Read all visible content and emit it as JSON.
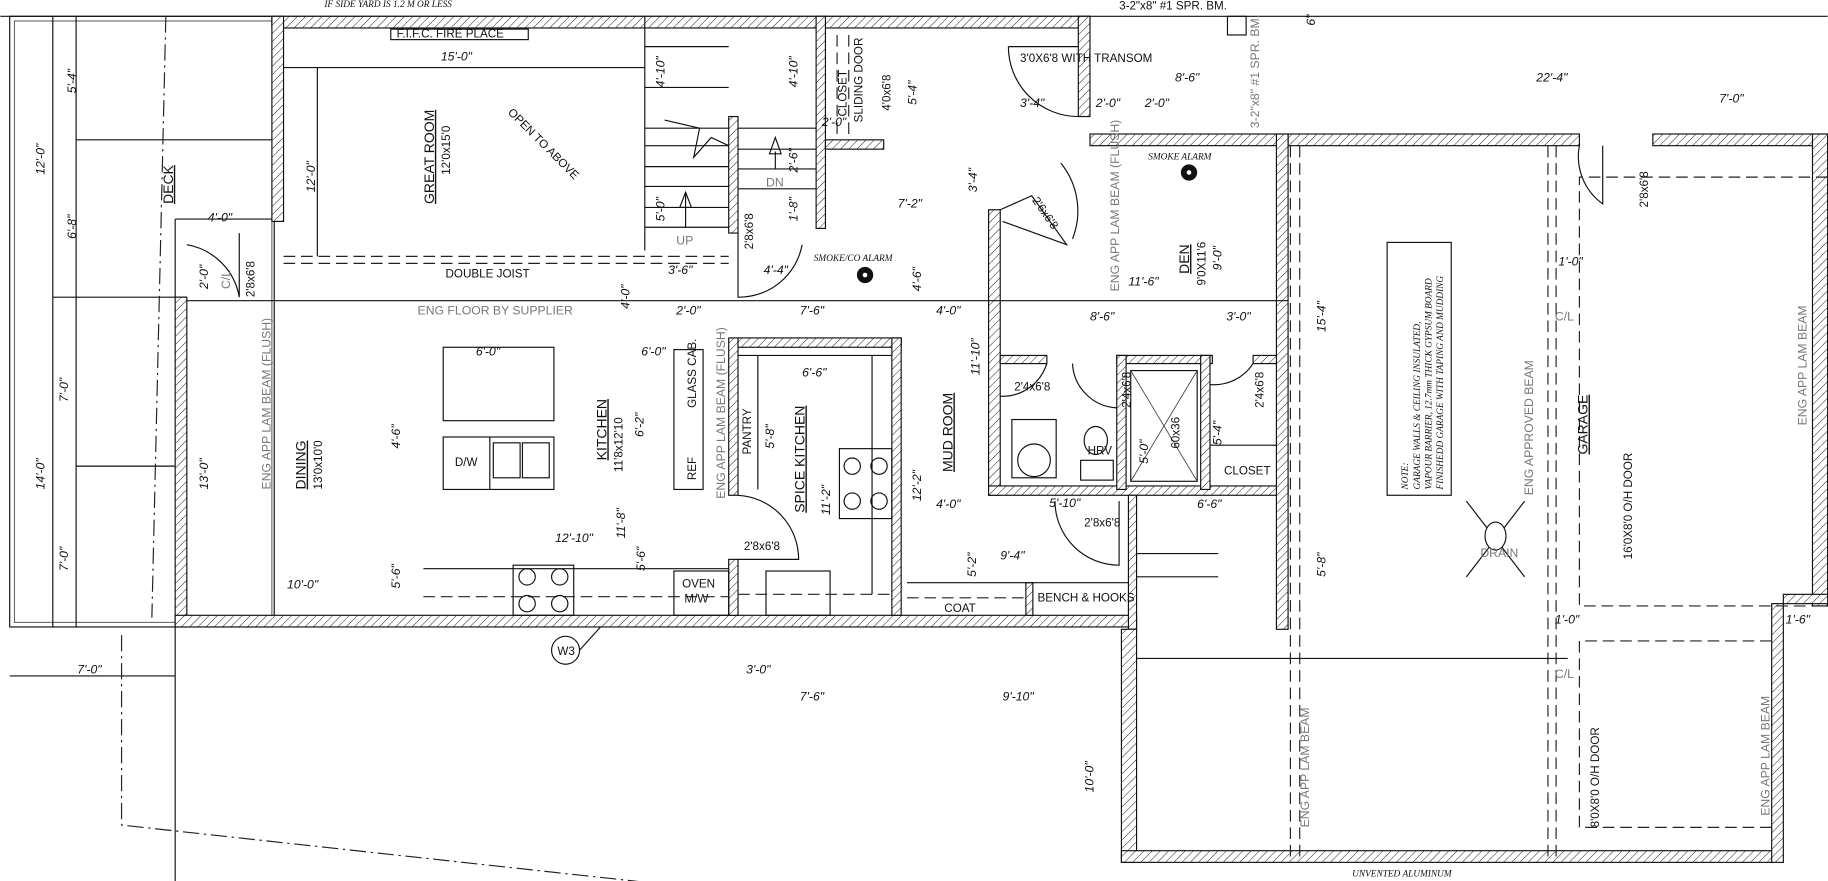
{
  "header_notes": {
    "side_yard": "IF SIDE YARD IS 1.2 M OR LESS",
    "top_beam": "3-2\"x8\" #1 SPR. BM.",
    "side_beam": "3-2\"x8\" #1 SPR. BM.",
    "bottom": "UNVENTED ALUMINUM"
  },
  "rooms": {
    "great_room": {
      "name": "GREAT ROOM",
      "size": "12'0x15'0"
    },
    "deck": {
      "name": "DECK"
    },
    "dining": {
      "name": "DINING",
      "size": "13'0x10'0"
    },
    "kitchen": {
      "name": "KITCHEN",
      "size": "11'8x12'10"
    },
    "pantry": {
      "name": "PANTRY"
    },
    "spice_kitchen": {
      "name": "SPICE KITCHEN"
    },
    "mud_room": {
      "name": "MUD ROOM"
    },
    "den": {
      "name": "DEN",
      "size": "9'0X11'6"
    },
    "garage": {
      "name": "GARAGE"
    }
  },
  "fixtures": {
    "fireplace": "F.I.F.C. FIRE PLACE",
    "open_above": "OPEN TO ABOVE",
    "double_joist": "DOUBLE JOIST",
    "eng_floor": "ENG FLOOR BY SUPPLIER",
    "up": "UP",
    "dn": "DN",
    "closet_entry": "CLOSET",
    "sliding_door": "SLIDING DOOR",
    "glass_cab": "GLASS CAB.",
    "ref": "REF",
    "dw": "D/W",
    "oven": "OVEN",
    "mw": "M/W",
    "hrv": "HRV",
    "shower": "60x36",
    "closet_bath": "CLOSET",
    "coat": "COAT",
    "bench": "BENCH & HOOKS",
    "drain": "DRAIN",
    "cl_deck": "C/L",
    "cl_garage_1": "C/L",
    "cl_garage_2": "C/L",
    "window_tag": "W3"
  },
  "beams": [
    "ENG APP LAM BEAM (FLUSH)",
    "ENG APP LAM BEAM (FLUSH)",
    "ENG APP LAM BEAM (FLUSH)",
    "ENG APPROVED BEAM",
    "ENG APP LAM BEAM",
    "ENG APP LAM BEAM",
    "ENG APP LAM BEAM"
  ],
  "doors": {
    "entry": "3'0X6'8 WITH TRANSOM",
    "closet": "4'0x6'8",
    "deck": "2'8x6'8",
    "stair": "2'8x6'8",
    "den": "2'6x6'8",
    "garage_side": "2'8x6'8",
    "bath_1": "2'4x6'8",
    "bath_2": "2'4x6'8",
    "bath_3": "2'4x6'8",
    "mud": "2'8x6'8",
    "pantry": "2'8x6'8",
    "overhead_main": "16'0X8'0 O/H DOOR",
    "overhead_small": "8'0X8'0 O/H DOOR"
  },
  "alarms": {
    "smoke_co": "SMOKE/CO ALARM",
    "smoke": "SMOKE ALARM"
  },
  "note": {
    "label": "NOTE:",
    "lines": [
      "GARAGE WALLS & CEILING INSULATED,",
      "VAPOUR BARRIER, 12.7mm THICK GYPSUM BOARD",
      "FINISHEDD GARAGE WITH TAPING AND MUDDING"
    ]
  },
  "dimensions": [
    "15'-0\"",
    "12'-0\"",
    "5'-4\"",
    "12'-0\"",
    "6'-8\"",
    "4'-0\"",
    "2'-0\"",
    "4'-10\"",
    "5'-0\"",
    "4'-10\"",
    "2'-6\"",
    "1'-8\"",
    "3'-6\"",
    "4'-4\"",
    "2'-0\"",
    "5'-4\"",
    "7'-2\"",
    "4'-0\"",
    "4'-6\"",
    "8'-6\"",
    "22'-4\"",
    "7'-0\"",
    "3'-4\"",
    "2'-0\"",
    "2'-0\"",
    "3'-4\"",
    "11'-6\"",
    "9'-0\"",
    "1'-0\"",
    "15'-4\"",
    "2'-0\"",
    "7'-6\"",
    "4'-0\"",
    "8'-6\"",
    "3'-0\"",
    "6'-0\"",
    "6'-0\"",
    "6'-6\"",
    "11'-10\"",
    "5'-0\"",
    "5'-4\"",
    "4'-6\"",
    "11'-8\"",
    "6'-2\"",
    "5'-8\"",
    "11'-2\"",
    "12'-2\"",
    "13'-0\"",
    "14'-0\"",
    "7'-0\"",
    "7'-0\"",
    "4'-0\"",
    "5'-10\"",
    "6'-6\"",
    "12'-10\"",
    "5'-6\"",
    "5'-6\"",
    "9'-4\"",
    "5'-2\"",
    "5'-8\"",
    "10'-0\"",
    "1'-0\"",
    "1'-6\"",
    "7'-0\"",
    "3'-0\"",
    "7'-6\"",
    "9'-10\"",
    "10'-0\"",
    "6\""
  ]
}
